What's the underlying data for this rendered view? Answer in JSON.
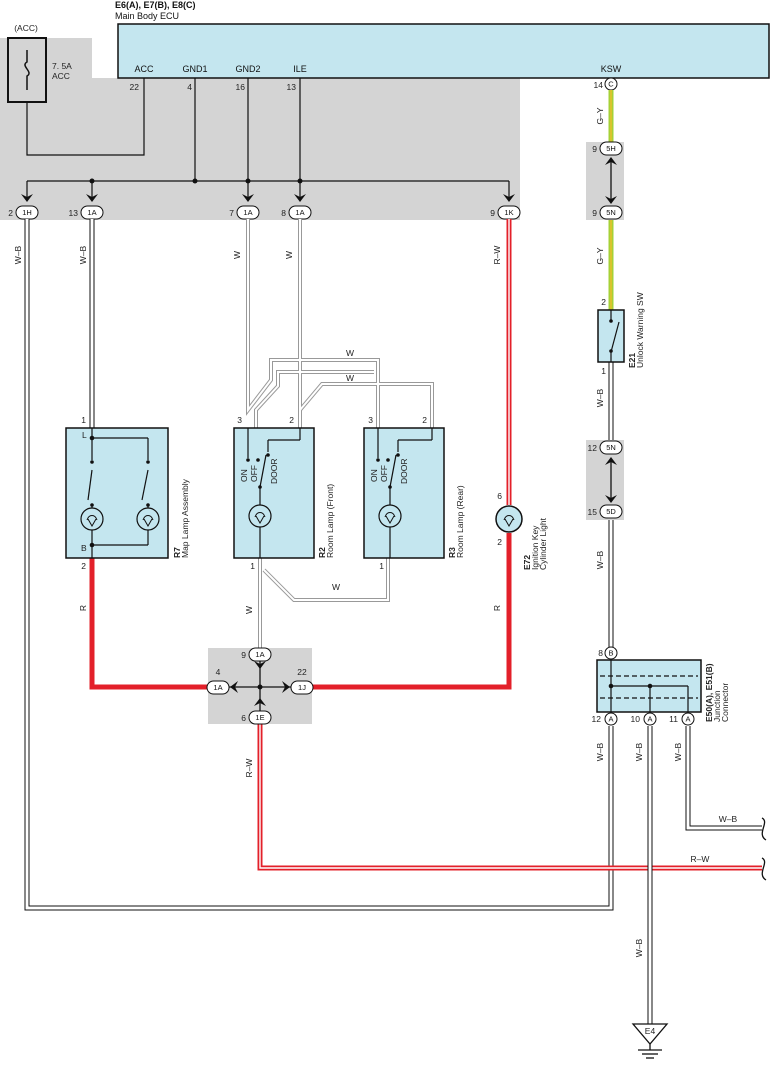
{
  "ecu": {
    "code": "E6(A), E7(B), E8(C)",
    "name": "Main Body ECU",
    "pins": [
      {
        "name": "ACC",
        "num": "22"
      },
      {
        "name": "GND1",
        "num": "4"
      },
      {
        "name": "GND2",
        "num": "16"
      },
      {
        "name": "ILE",
        "num": "13"
      },
      {
        "name": "KSW",
        "num": "14"
      }
    ],
    "ksw_conn": "C"
  },
  "fuse": {
    "source": "(ACC)",
    "rating": "7. 5A",
    "name": "ACC"
  },
  "upper_connectors": [
    {
      "num": "2",
      "code": "1H"
    },
    {
      "num": "13",
      "code": "1A"
    },
    {
      "num": "7",
      "code": "1A"
    },
    {
      "num": "8",
      "code": "1A"
    },
    {
      "num": "9",
      "code": "1K"
    }
  ],
  "right_connectors": [
    {
      "num": "9",
      "code": "5H"
    },
    {
      "num": "9",
      "code": "5N"
    },
    {
      "num": "12",
      "code": "5N"
    },
    {
      "num": "15",
      "code": "5D"
    }
  ],
  "wires": {
    "w_b": "W–B",
    "w": "W",
    "r": "R",
    "r_w": "R–W",
    "g_y": "G–Y"
  },
  "components": {
    "r7": {
      "code": "R7",
      "name": "Map Lamp Assembly",
      "pin_top": "1",
      "pin_bottom": "2",
      "term_l": "L",
      "term_b": "B"
    },
    "r2": {
      "code": "R2",
      "name": "Room Lamp (Front)",
      "pin_a": "3",
      "pin_b": "2",
      "pin_bottom": "1"
    },
    "r3": {
      "code": "R3",
      "name": "Room Lamp (Rear)",
      "pin_a": "3",
      "pin_b": "2",
      "pin_bottom": "1"
    },
    "e72": {
      "code": "E72",
      "name": "Ignition Key",
      "name2": "Cylinder Light",
      "pin_top": "6",
      "pin_bottom": "2"
    },
    "e21": {
      "code": "E21",
      "name": "Unlock Warning SW",
      "pin_top": "2",
      "pin_bottom": "1"
    },
    "jc": {
      "code": "E50(A), E51(B)",
      "name": "Junction",
      "name2": "Connector",
      "pin_top": "8",
      "pin_top_code": "B",
      "pins": [
        {
          "num": "12",
          "code": "A"
        },
        {
          "num": "10",
          "code": "A"
        },
        {
          "num": "11",
          "code": "A"
        }
      ]
    }
  },
  "switch_labels": {
    "on": "ON",
    "off": "OFF",
    "door": "DOOR"
  },
  "junction_block": {
    "top": {
      "num": "9",
      "code": "1A"
    },
    "left": {
      "num": "4",
      "code": "1A"
    },
    "right": {
      "num": "22",
      "code": "1J"
    },
    "bottom": {
      "num": "6",
      "code": "1E"
    }
  },
  "ground": {
    "code": "E4"
  }
}
